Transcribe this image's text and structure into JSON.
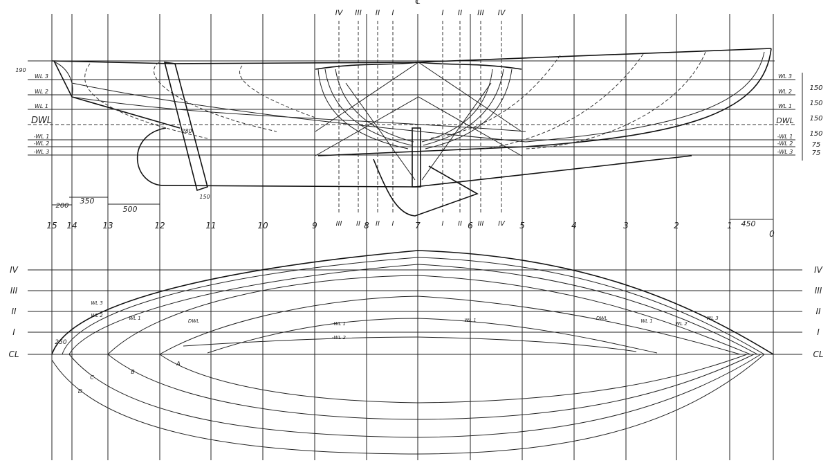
{
  "title": "Lines plan",
  "stations": [
    "15",
    "14",
    "13",
    "12",
    "11",
    "10",
    "9",
    "8",
    "7",
    "6",
    "5",
    "4",
    "3",
    "2",
    "1",
    "0"
  ],
  "profile_waterlines": [
    "WL 3",
    "WL 2",
    "WL 1",
    "DWL",
    "-WL 1",
    "-WL 2",
    "-WL 3"
  ],
  "right_waterlines": [
    "WL 3",
    "WL 2",
    "WL 1",
    "DWL",
    "-WL 1",
    "-WL 2",
    "-WL 3"
  ],
  "right_dimensions": [
    "150",
    "150",
    "150",
    "150",
    "75",
    "75"
  ],
  "left_dimensions": {
    "top": "190",
    "d200": "200",
    "d350": "350",
    "d500": "500",
    "d450": "450",
    "d250": "250",
    "rudder": "280",
    "keel": "150"
  },
  "buttocks_top": [
    "IV",
    "III",
    "II",
    "I",
    "I",
    "II",
    "III",
    "IV"
  ],
  "buttocks_bottom": [
    "III",
    "II",
    "II",
    "I",
    "I",
    "II",
    "III",
    "IV"
  ],
  "plan_buttocks": [
    "IV",
    "III",
    "II",
    "I",
    "CL"
  ],
  "plan_wl_labels": [
    "WL 3",
    "WL 2",
    "WL 1",
    "DWL",
    "-WL 1",
    "-WL 2",
    "WL 1",
    "DWL",
    "WL 1",
    "WL 2",
    "WL 3"
  ],
  "diagonals": [
    "A",
    "B",
    "C",
    "D"
  ],
  "centerline_mark": "℄"
}
